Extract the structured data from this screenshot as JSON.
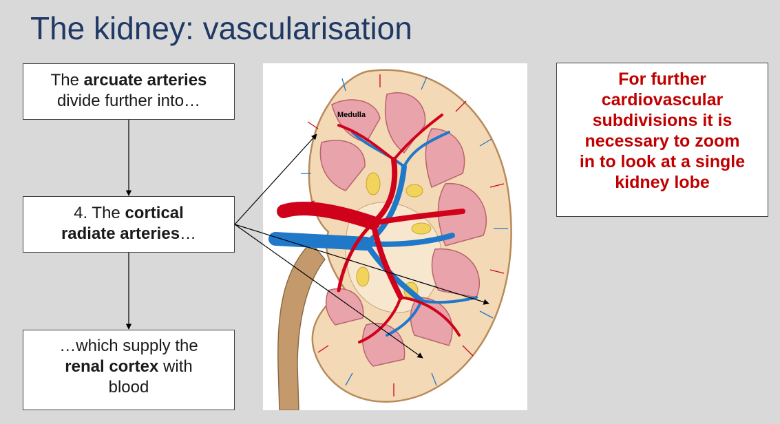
{
  "slide": {
    "title": "The kidney: vascularisation"
  },
  "flow": {
    "box1": {
      "t1": "The ",
      "b1": "arcuate arteries",
      "t2": "divide further into…"
    },
    "box2": {
      "t1": "4. The ",
      "b1": "cortical",
      "b2": "radiate arteries",
      "t2": "…"
    },
    "box3": {
      "t1": "…which supply the",
      "b1": "renal cortex",
      "t2": " with",
      "t3": "blood"
    }
  },
  "note": {
    "lines": [
      "For further",
      "cardiovascular",
      "subdivisions it is",
      "necessary to zoom",
      "in to look at a single",
      "kidney lobe"
    ]
  },
  "diagram": {
    "label": "Medulla"
  },
  "colors": {
    "title": "#1f3864",
    "note_text": "#c00000",
    "artery": "#d0021b",
    "vein": "#1f78c8",
    "pyramid": "#e9a3ab",
    "cortex": "#f3d9b5",
    "fat": "#f2d35b",
    "ureter": "#c49a6c"
  }
}
